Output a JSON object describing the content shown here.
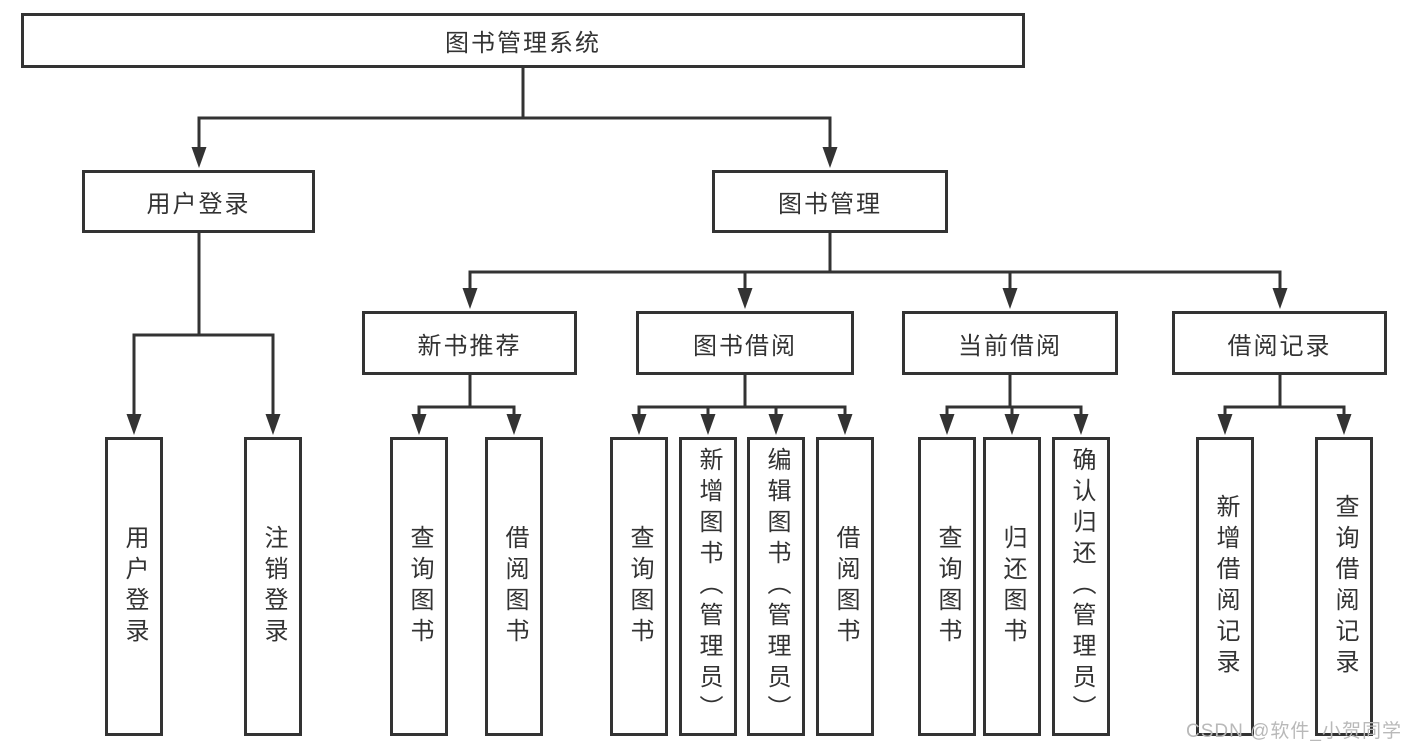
{
  "colors": {
    "line": "#333333",
    "text": "#333333",
    "watermark": "#b9b9b9",
    "background": "#ffffff"
  },
  "tree": {
    "root": {
      "label": "图书管理系统"
    },
    "branches": [
      {
        "label": "用户登录",
        "children": [
          {
            "label": "用户登录"
          },
          {
            "label": "注销登录"
          }
        ]
      },
      {
        "label": "图书管理",
        "children": [
          {
            "label": "新书推荐",
            "children": [
              {
                "label": "查询图书"
              },
              {
                "label": "借阅图书"
              }
            ]
          },
          {
            "label": "图书借阅",
            "children": [
              {
                "label": "查询图书"
              },
              {
                "label": "新增图书（管理员）"
              },
              {
                "label": "编辑图书（管理员）"
              },
              {
                "label": "借阅图书"
              }
            ]
          },
          {
            "label": "当前借阅",
            "children": [
              {
                "label": "查询图书"
              },
              {
                "label": "归还图书"
              },
              {
                "label": "确认归还（管理员）"
              }
            ]
          },
          {
            "label": "借阅记录",
            "children": [
              {
                "label": "新增借阅记录"
              },
              {
                "label": "查询借阅记录"
              }
            ]
          }
        ]
      }
    ]
  },
  "watermark": {
    "text": "CSDN @软件_小贺同学"
  }
}
